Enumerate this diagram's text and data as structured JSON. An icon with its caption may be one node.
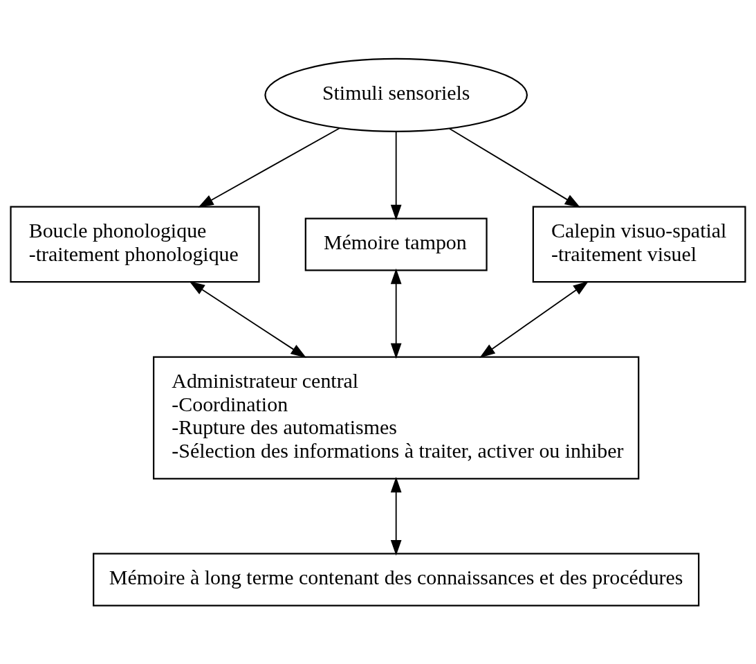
{
  "diagram": {
    "nodes": [
      {
        "text": [
          "Stimuli sensoriels"
        ]
      },
      {
        "text": [
          "Boucle phonologique",
          "-traitement phonologique"
        ]
      },
      {
        "text": [
          "Mémoire tampon"
        ]
      },
      {
        "text": [
          "Calepin visuo-spatial",
          "-traitement visuel"
        ]
      },
      {
        "text": [
          "Administrateur central",
          "-Coordination",
          "-Rupture des automatismes",
          "-Sélection des informations à traiter, activer ou inhiber"
        ]
      },
      {
        "text": [
          "Mémoire à long terme contenant des connaissances et des procédures"
        ]
      }
    ],
    "edges": [
      {
        "from": 0,
        "to": 1,
        "arrow": "to"
      },
      {
        "from": 0,
        "to": 2,
        "arrow": "to"
      },
      {
        "from": 0,
        "to": 3,
        "arrow": "to"
      },
      {
        "from": 1,
        "to": 4,
        "arrow": "both"
      },
      {
        "from": 2,
        "to": 4,
        "arrow": "both"
      },
      {
        "from": 3,
        "to": 4,
        "arrow": "both"
      },
      {
        "from": 4,
        "to": 5,
        "arrow": "both"
      }
    ]
  }
}
